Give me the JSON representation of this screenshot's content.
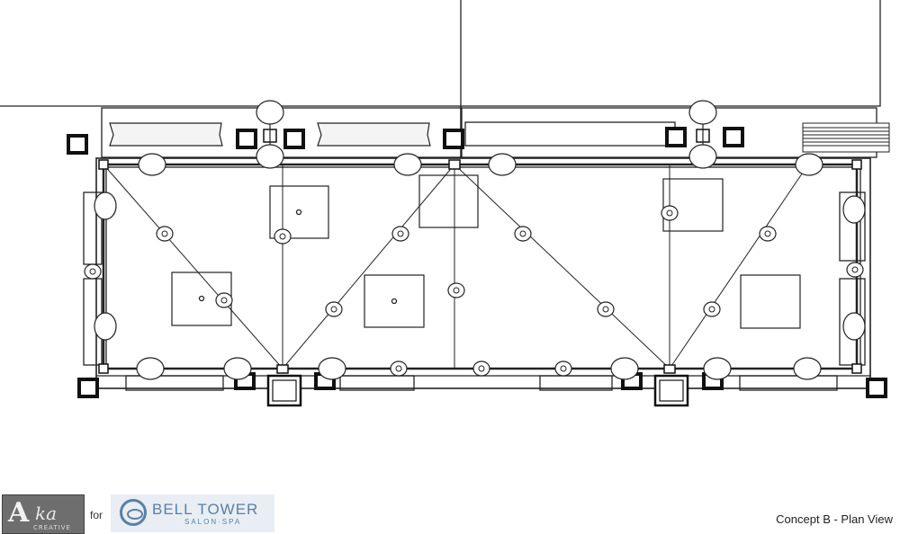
{
  "footer": {
    "ako_logo_letter": "A",
    "ako_logo_ko": "ka",
    "ako_logo_sub": "CREATIVE",
    "for_text": "for",
    "bell_logo_name": "BELL TOWER",
    "bell_logo_sub": "SALON·SPA",
    "caption": "Concept B - Plan View"
  }
}
